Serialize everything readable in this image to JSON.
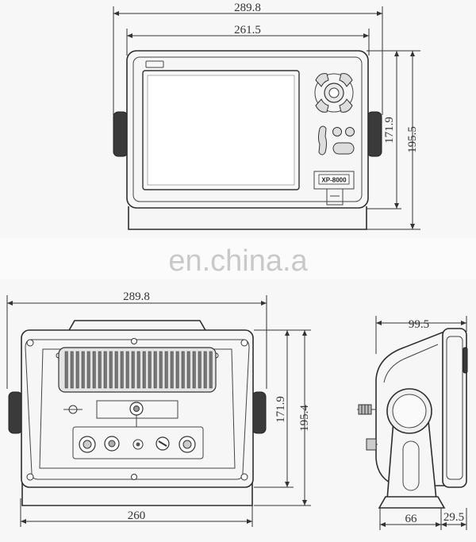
{
  "watermark": "en.china.a",
  "front_view": {
    "dims": {
      "overall_width": "289.8",
      "bezel_width": "261.5",
      "inner_height": "171.9",
      "overall_height": "195.5"
    },
    "model_plate": "XP-8000"
  },
  "rear_view": {
    "dims": {
      "overall_width": "289.8",
      "base_width": "260",
      "inner_height": "171.9",
      "overall_height": "195.4"
    }
  },
  "side_view": {
    "dims": {
      "depth": "99.5",
      "base_depth": "66",
      "front_depth": "29.5"
    }
  },
  "colors": {
    "line": "#333333",
    "background": "#fdfdfd",
    "watermark": "#c9c9c9"
  }
}
